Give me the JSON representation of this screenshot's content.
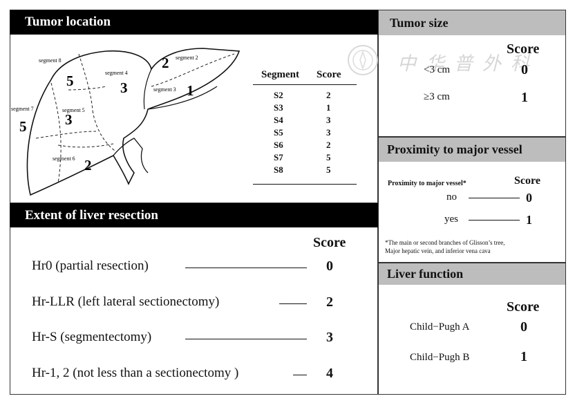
{
  "tumor_location": {
    "title": "Tumor location",
    "segment_labels": {
      "seg8": "segment 8",
      "seg2": "segment 2",
      "seg4": "segment 4",
      "seg3": "segment 3",
      "seg7": "segment 7",
      "seg5": "segment 5",
      "seg6": "segment 6"
    },
    "map_scores": {
      "seg8": "5",
      "seg2": "2",
      "seg4": "3",
      "seg3": "1",
      "seg7": "5",
      "seg5": "3",
      "seg6": "2"
    },
    "table": {
      "headers": [
        "Segment",
        "Score"
      ],
      "rows": [
        [
          "S2",
          "2"
        ],
        [
          "S3",
          "1"
        ],
        [
          "S4",
          "3"
        ],
        [
          "S5",
          "3"
        ],
        [
          "S6",
          "2"
        ],
        [
          "S7",
          "5"
        ],
        [
          "S8",
          "5"
        ]
      ]
    }
  },
  "extent": {
    "title": "Extent of liver resection",
    "score_header": "Score",
    "rows": [
      {
        "label": "Hr0 (partial resection)",
        "score": "0"
      },
      {
        "label": "Hr-LLR (left lateral sectionectomy)",
        "score": "2"
      },
      {
        "label": "Hr-S (segmentectomy)",
        "score": "3"
      },
      {
        "label": "Hr-1, 2 (not less than a sectionectomy )",
        "score": "4"
      }
    ]
  },
  "tumor_size": {
    "title": "Tumor size",
    "score_header": "Score",
    "watermark_text": "中华普外科",
    "rows": [
      {
        "label": "<3 cm",
        "score": "0"
      },
      {
        "label": "≥3 cm",
        "score": "1"
      }
    ]
  },
  "proximity": {
    "title": "Proximity to major vessel",
    "sub_header": "Proximity to major vessel*",
    "score_header": "Score",
    "rows": [
      {
        "label": "no",
        "score": "0"
      },
      {
        "label": "yes",
        "score": "1"
      }
    ],
    "footnote_line1": "*The main or second branches of Glisson’s tree,",
    "footnote_line2": "Major hepatic vein, and inferior vena cava"
  },
  "liver_function": {
    "title": "Liver function",
    "score_header": "Score",
    "rows": [
      {
        "label": "Child−Pugh A",
        "score": "0"
      },
      {
        "label": "Child−Pugh B",
        "score": "1"
      }
    ]
  }
}
